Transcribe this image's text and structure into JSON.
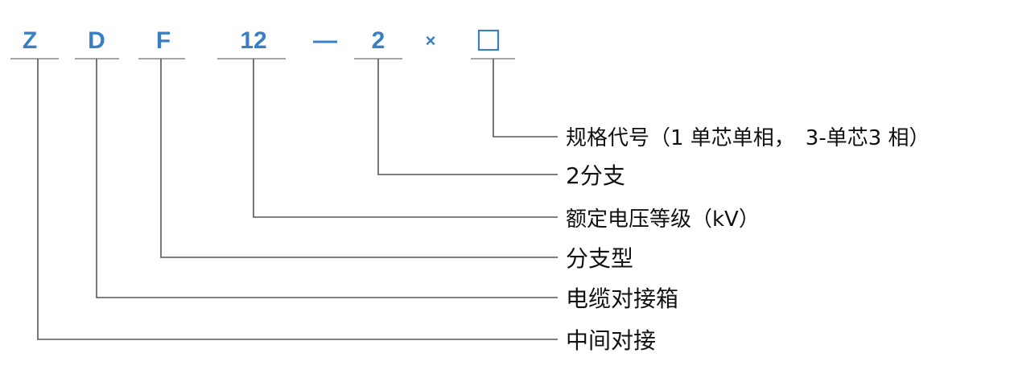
{
  "code": {
    "z": "Z",
    "d": "D",
    "f": "F",
    "voltage": "12",
    "dash": "—",
    "branches": "2",
    "times": "×"
  },
  "descriptions": {
    "spec_code": "规格代号（1 单芯单相，　3-单芯3 相）",
    "branches": "2分支",
    "rated_voltage": "额定电压等级（kV）",
    "branch_type": "分支型",
    "cable_box": "电缆对接箱",
    "middle_joint": "中间对接"
  },
  "colors": {
    "code_letters": "#3a7fc6",
    "lines": "#555555",
    "text": "#111111"
  },
  "icons": {
    "placeholder_box": "empty-square-icon"
  }
}
